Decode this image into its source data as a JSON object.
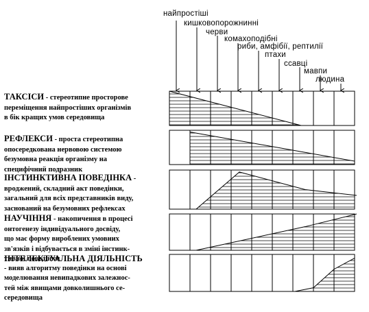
{
  "taxa": [
    "найпростіші",
    "кишковопорожнинні",
    "черви",
    "комахоподібні",
    "риби, амфібії, рептилії",
    "птахи",
    "ссавці",
    "мавпи",
    "людина"
  ],
  "rows": [
    {
      "title": "ТАКСІСИ",
      "desc_lines": [
        " - стереотипне просторове",
        "переміщення найпростіших організмів",
        "в бік кращих умов середовища"
      ],
      "profile": [
        [
          0,
          1.0
        ],
        [
          6.4,
          0.0
        ]
      ],
      "fill_mode": "below"
    },
    {
      "title": "РЕФЛЕКСИ",
      "desc_lines": [
        " - проста стереотипна",
        "опосередкована нервовою системою",
        "безумовна реакція організму на",
        "специфічний подразник"
      ],
      "profile": [
        [
          1,
          0.95
        ],
        [
          9,
          0.1
        ]
      ],
      "fill_mode": "below"
    },
    {
      "title": "ІНСТИНКТИВНА ПОВЕДІНКА",
      "desc_lines": [
        " -",
        "вроджений, складний акт поведінки,",
        "загальний для всіх представників виду,",
        "заснований на безумовних рефлексах"
      ],
      "profile": [
        [
          1.3,
          0.0
        ],
        [
          3.4,
          0.95
        ],
        [
          6.6,
          0.5
        ],
        [
          9.1,
          0.35
        ]
      ],
      "fill_mode": "below"
    },
    {
      "title": "НАУЧІННЯ",
      "desc_lines": [
        " - накопичення в процесі",
        "онтогенезу індивідуального досвіду,",
        "що має форму вироблених умовних",
        "зв'язків і відбувається в зміні інстинк-",
        "тивної поведінки"
      ],
      "profile": [
        [
          1.3,
          0.0
        ],
        [
          6.6,
          0.65
        ],
        [
          9.1,
          1.0
        ]
      ],
      "fill_mode": "below"
    },
    {
      "title": "ІНТЕЛЕКТУАЛЬНА ДІЯЛЬНІСТЬ",
      "desc_lines": [
        "- вияв алгоритму поведінки на основі",
        "моделювання невипадкових залежнос-",
        "тей між явищами довколишнього се-",
        "середовища"
      ],
      "profile": [
        [
          6.1,
          0.0
        ],
        [
          7.0,
          0.1
        ],
        [
          8.0,
          0.6
        ],
        [
          9.0,
          0.9
        ]
      ],
      "fill_mode": "below"
    }
  ]
}
